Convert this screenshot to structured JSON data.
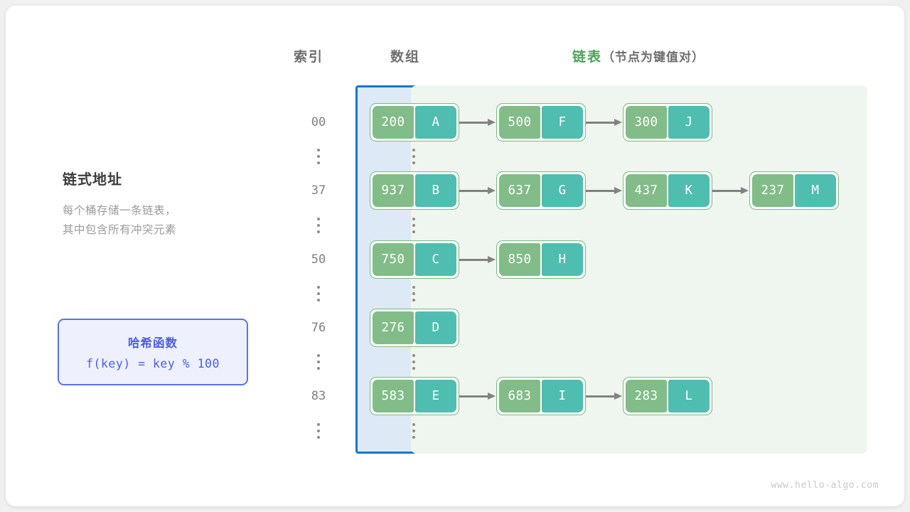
{
  "watermark": "www.hello-algo.com",
  "left_panel": {
    "title": "链式地址",
    "desc_line1": "每个桶存储一条链表，",
    "desc_line2": "其中包含所有冲突元素"
  },
  "hash_box": {
    "title": "哈希函数",
    "formula": "f(key) = key % 100",
    "accent_color": "#4a5fe0",
    "border_color": "#5a72ea",
    "fill_color": "#eef1fd"
  },
  "headers": {
    "index": "索引",
    "array": "数组",
    "list_strong": "链表",
    "list_sub": "（节点为键值对）",
    "list_color": "#4ba35a"
  },
  "colors": {
    "key_box": "#82bc88",
    "value_box": "#4fbdb0",
    "node_border": "#7cb983",
    "array_border": "#1677c4",
    "array_fill": "#ddeaf6",
    "list_fill": "#eff6ef",
    "arrow": "#828282"
  },
  "rows": [
    {
      "index": "00",
      "nodes": [
        {
          "key": "200",
          "value": "A"
        },
        {
          "key": "500",
          "value": "F"
        },
        {
          "key": "300",
          "value": "J"
        }
      ]
    },
    {
      "index": "37",
      "nodes": [
        {
          "key": "937",
          "value": "B"
        },
        {
          "key": "637",
          "value": "G"
        },
        {
          "key": "437",
          "value": "K"
        },
        {
          "key": "237",
          "value": "M"
        }
      ]
    },
    {
      "index": "50",
      "nodes": [
        {
          "key": "750",
          "value": "C"
        },
        {
          "key": "850",
          "value": "H"
        }
      ]
    },
    {
      "index": "76",
      "nodes": [
        {
          "key": "276",
          "value": "D"
        }
      ]
    },
    {
      "index": "83",
      "nodes": [
        {
          "key": "583",
          "value": "E"
        },
        {
          "key": "683",
          "value": "I"
        },
        {
          "key": "283",
          "value": "L"
        }
      ]
    }
  ]
}
